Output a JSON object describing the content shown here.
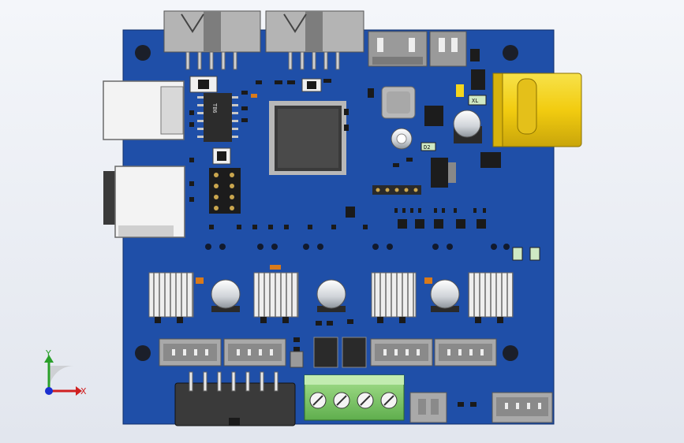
{
  "viewport": {
    "axis_x": "X",
    "axis_y": "Y"
  },
  "board": {
    "color": "#1f4fa8",
    "solder_mask_edge": "#173f8c",
    "silkscreen_labels": {
      "driver_ic": "TB6",
      "crystal": "XL",
      "led": "D2"
    }
  },
  "colors": {
    "usb_shell": "#f3f3f3",
    "dc_jack": "#f2d21a",
    "terminal_block": "#7ccd6a",
    "connector_gray": "#9a9a9a",
    "ic_body": "#3a3a3a"
  }
}
